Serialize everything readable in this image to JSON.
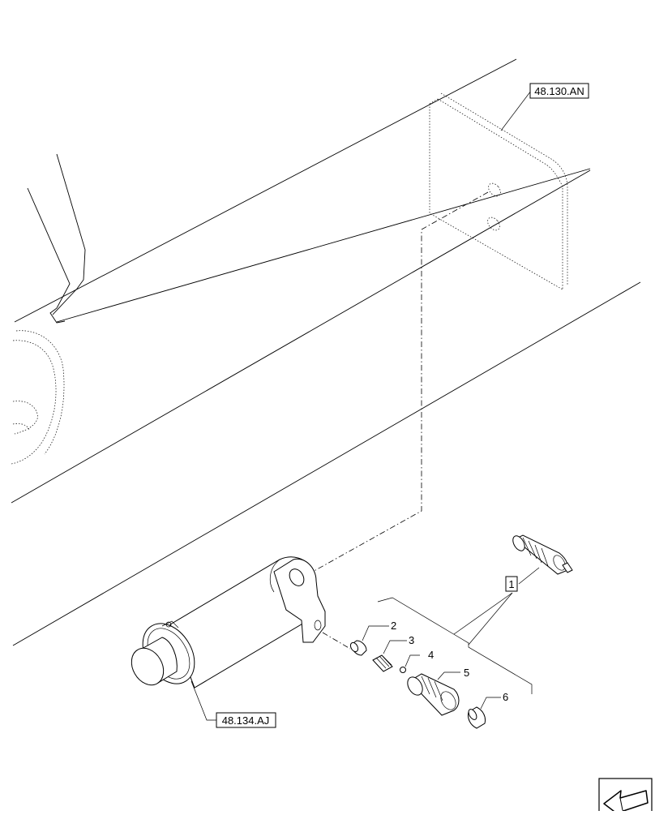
{
  "references": {
    "upper": "48.130.AN",
    "lower": "48.134.AJ"
  },
  "kit_label": "1",
  "callouts": [
    "2",
    "3",
    "4",
    "5",
    "6"
  ]
}
